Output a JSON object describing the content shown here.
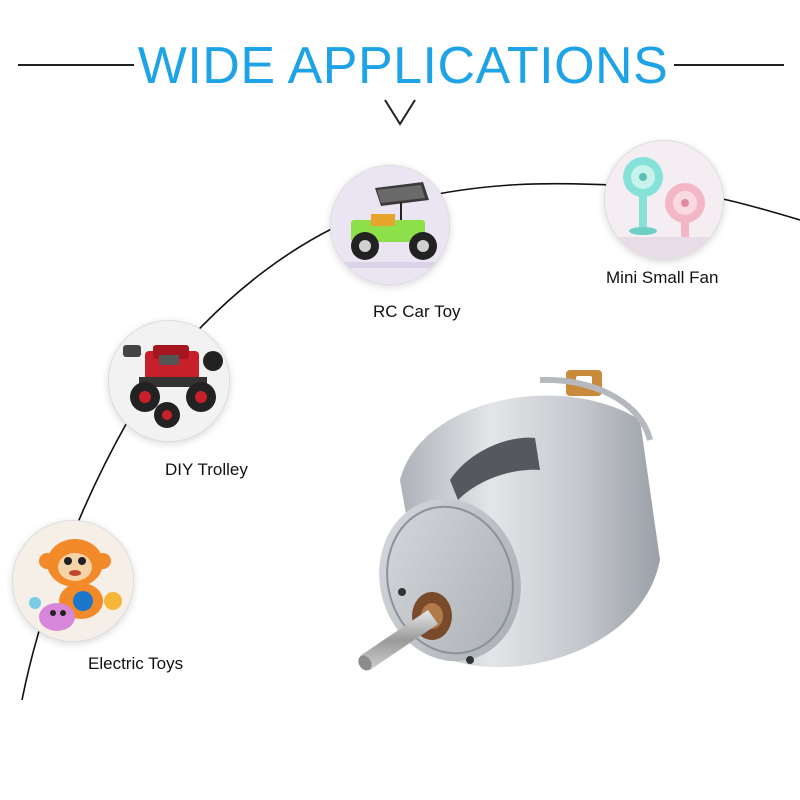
{
  "title": "WIDE APPLICATIONS",
  "applications": [
    {
      "label": "Electric Toys"
    },
    {
      "label": "DIY Trolley"
    },
    {
      "label": "RC Car Toy"
    },
    {
      "label": "Mini Small Fan"
    }
  ],
  "colors": {
    "title": "#1ea3e6",
    "line": "#222222",
    "motor_body": "#c9ccd1"
  },
  "icons": [
    "chevron-down-icon"
  ]
}
